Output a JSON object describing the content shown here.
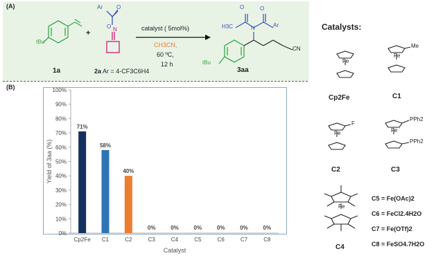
{
  "panel_a": {
    "label": "(A)",
    "reactant1_label": "1a",
    "reactant2_label": "2a",
    "ar_definition": "Ar = 4-CF3C6H4",
    "plus": "+",
    "conditions": {
      "catalyst": "catalyst ( 5mol%)",
      "solvent": "CH3CN,",
      "temperature": "60 ºC,",
      "time": "12 h"
    },
    "product_label": "3aa",
    "atom_labels": {
      "ar": "Ar",
      "o1": "O",
      "o2": "O",
      "o3": "O",
      "n1": "N",
      "n2": "N",
      "h3c": "H3C",
      "cn": "CN",
      "tbu1": "tBu",
      "tbu2": "tBu"
    }
  },
  "panel_b": {
    "label": "(B)"
  },
  "chart_data": {
    "type": "bar",
    "categories": [
      "Cp2Fe",
      "C1",
      "C2",
      "C3",
      "C4",
      "C5",
      "C6",
      "C7",
      "C8"
    ],
    "values": [
      71,
      58,
      40,
      0,
      0,
      0,
      0,
      0,
      0
    ],
    "value_labels": [
      "71%",
      "58%",
      "40%",
      "0%",
      "0%",
      "0%",
      "0%",
      "0%",
      "0%"
    ],
    "bar_colors": [
      "#14305e",
      "#2f75b5",
      "#ed7d31",
      "#14305e",
      "#14305e",
      "#14305e",
      "#14305e",
      "#14305e",
      "#14305e"
    ],
    "xlabel": "Catalyst",
    "ylabel": "Yield of 3aa (%)",
    "ylim": [
      0,
      100
    ],
    "yticks": [
      "0%",
      "10%",
      "20%",
      "30%",
      "40%",
      "50%",
      "60%",
      "70%",
      "80%",
      "90%",
      "100%"
    ]
  },
  "catalysts": {
    "title": "Catalysts:",
    "structures": [
      {
        "label": "Cp2Fe",
        "metal": "Fe"
      },
      {
        "label": "C1",
        "metal": "Fe",
        "substituent": "Me"
      },
      {
        "label": "C2",
        "metal": "Fe",
        "substituent": "F"
      },
      {
        "label": "C3",
        "metal": "Fe",
        "substituent": "PPh2"
      },
      {
        "label": "C4",
        "metal": "Fe"
      }
    ],
    "legend": [
      "C5 = Fe(OAc)2",
      "C6 = FeCl2.4H2O",
      "C7 = Fe(OTf)2",
      "C8 = FeSO4.7H2O"
    ]
  }
}
